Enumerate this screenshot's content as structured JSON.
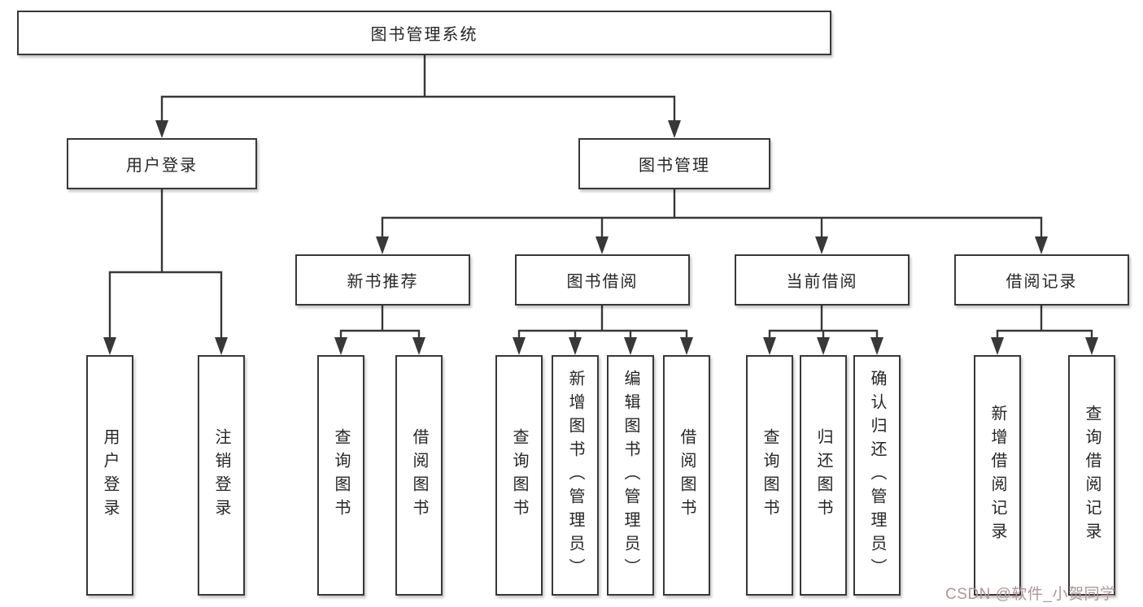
{
  "colors": {
    "bg": "#ffffff",
    "box-bg": "#ffffff",
    "line": "#383838",
    "text": "#262626",
    "watermark": "#b09598"
  },
  "root": {
    "label": "图书管理系统"
  },
  "level1": [
    {
      "label": "用户登录",
      "parent": "图书管理系统"
    },
    {
      "label": "图书管理",
      "parent": "图书管理系统"
    }
  ],
  "level2": [
    {
      "label": "新书推荐",
      "parent": "图书管理"
    },
    {
      "label": "图书借阅",
      "parent": "图书管理"
    },
    {
      "label": "当前借阅",
      "parent": "图书管理"
    },
    {
      "label": "借阅记录",
      "parent": "图书管理"
    }
  ],
  "leaves": [
    {
      "label": "用户登录",
      "parent": "用户登录"
    },
    {
      "label": "注销登录",
      "parent": "用户登录"
    },
    {
      "label": "查询图书",
      "parent": "新书推荐"
    },
    {
      "label": "借阅图书",
      "parent": "新书推荐"
    },
    {
      "label": "查询图书",
      "parent": "图书借阅"
    },
    {
      "label": "新增图书（管理员）",
      "parent": "图书借阅"
    },
    {
      "label": "编辑图书（管理员）",
      "parent": "图书借阅"
    },
    {
      "label": "借阅图书",
      "parent": "图书借阅"
    },
    {
      "label": "查询图书",
      "parent": "当前借阅"
    },
    {
      "label": "归还图书",
      "parent": "当前借阅"
    },
    {
      "label": "确认归还（管理员）",
      "parent": "当前借阅"
    },
    {
      "label": "新增借阅记录",
      "parent": "借阅记录"
    },
    {
      "label": "查询借阅记录",
      "parent": "借阅记录"
    }
  ],
  "watermark": "CSDN @软件_小贺同学"
}
